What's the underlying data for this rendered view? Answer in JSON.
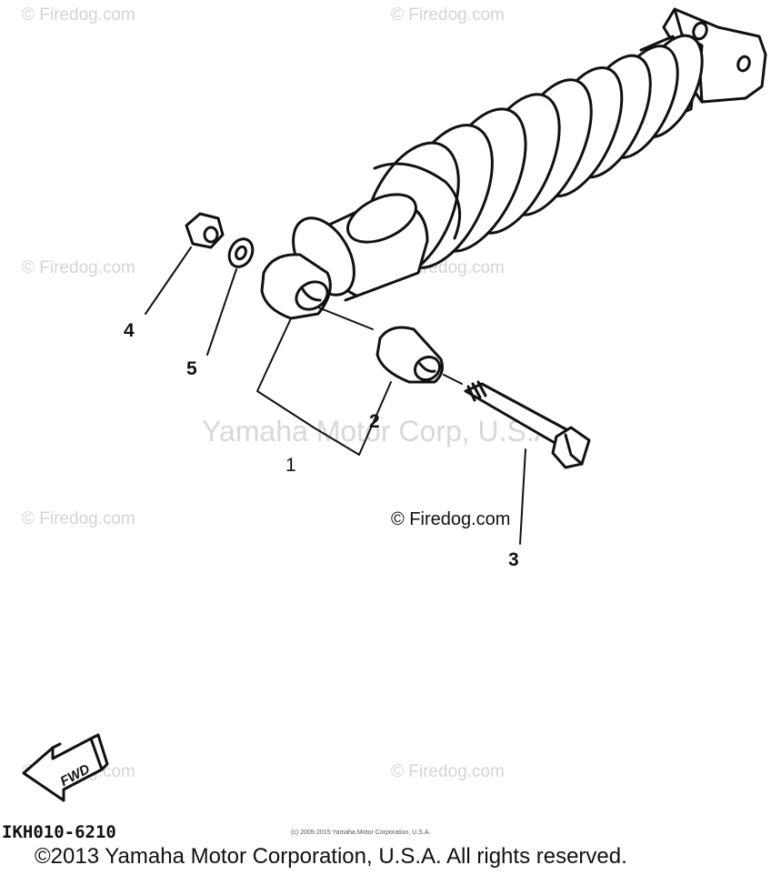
{
  "watermark": {
    "site": "© Firedog.com",
    "center": "© Firedog.com",
    "large": "Yamaha Motor Corp, U.S.A."
  },
  "callouts": [
    "1",
    "2",
    "3",
    "4",
    "5"
  ],
  "fwd_label": "FWD",
  "part_code": "IKH010-6210",
  "small_copyright": "(c) 2005-2015 Yamaha Motor Corporation, U.S.A.",
  "copyright": "©2013 Yamaha Motor Corporation, U.S.A. All rights reserved.",
  "colors": {
    "ink": "#111111",
    "watermark": "#d4d4d4"
  }
}
